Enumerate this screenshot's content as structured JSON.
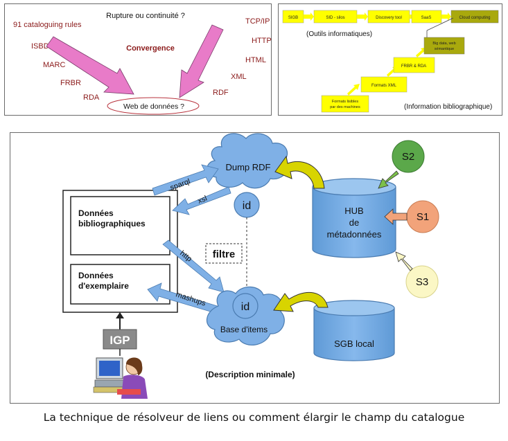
{
  "left_panel": {
    "title": "Rupture ou continuité ?",
    "heading": "Convergence",
    "left_terms": [
      "91 cataloguing rules",
      "ISBD",
      "MARC",
      "FRBR",
      "RDA"
    ],
    "right_terms": [
      "TCP/IP",
      "HTTP",
      "HTML",
      "XML",
      "RDF"
    ],
    "target": "Web de données ?"
  },
  "right_panel": {
    "tools": [
      "SIGB",
      "SID - silos",
      "Discovery tool",
      "SaaS",
      "Cloud computing"
    ],
    "tools_label": "(Outils informatiques)",
    "info_steps": [
      "Formats lisibles par des machines",
      "Formats XML",
      "FRBR & RDA",
      "Big data, web sémantique"
    ],
    "info_label": "(Information bibliographique)"
  },
  "main_diagram": {
    "dump_rdf": "Dump RDF",
    "hub": [
      "HUB",
      "de",
      "métadonnées"
    ],
    "sources": [
      "S1",
      "S2",
      "S3"
    ],
    "id_label": "id",
    "filter": "filtre",
    "biblio_box": [
      "Données",
      "bibliographiques"
    ],
    "exemplaire_box": [
      "Données",
      "d'exemplaire"
    ],
    "arrows": [
      "sparql",
      "xsl",
      "http",
      "mashups"
    ],
    "base_items": "Base d'items",
    "sgb_local": "SGB local",
    "description": "(Description minimale)",
    "igp": "IGP"
  },
  "caption": "La technique de résolveur de liens ou comment  élargir le champ du catalogue",
  "colors": {
    "pink_arrow": "#e87bc8",
    "dark_red_text": "#8b1a1a",
    "cloud_blue": "#7fb0e6",
    "hub_blue": "#6fa7df",
    "s2_green": "#5ba84a",
    "s1_orange": "#f2a37a",
    "s3_yellow": "#fbf7c5",
    "curve_yellow": "#d8d400",
    "step_yellow": "#ffff00",
    "step_olive": "#a9a90d"
  }
}
